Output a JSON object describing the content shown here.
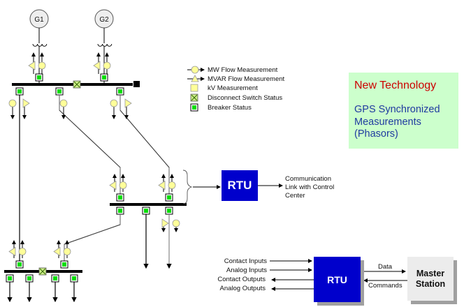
{
  "generators": [
    {
      "label": "G1"
    },
    {
      "label": "G2"
    }
  ],
  "legend": {
    "items": [
      {
        "symbol": "mw-flow",
        "label": "MW Flow Measurement"
      },
      {
        "symbol": "mvar-flow",
        "label": "MVAR Flow Measurement"
      },
      {
        "symbol": "kv",
        "label": "kV Measurement"
      },
      {
        "symbol": "disconnect-switch",
        "label": "Disconnect Switch Status"
      },
      {
        "symbol": "breaker",
        "label": "Breaker Status"
      }
    ]
  },
  "new_technology": {
    "title": "New Technology",
    "body": "GPS Synchronized Measurements (Phasors)"
  },
  "rtu_top": {
    "label": "RTU",
    "link_label": "Communication Link with Control Center"
  },
  "rtu_bottom": {
    "label": "RTU",
    "inputs": [
      "Contact Inputs",
      "Analog Inputs"
    ],
    "outputs": [
      "Contact Outputs",
      "Analog Outputs"
    ],
    "data_label": "Data",
    "commands_label": "Commands"
  },
  "master_station": {
    "label": "Master Station"
  },
  "colors": {
    "breaker_fill": "#00dd00",
    "switch_fill": "#ccee88",
    "meter_fill": "#ffff99",
    "rtu_blue": "#0000cc",
    "newtech_bg": "#ccffcc",
    "newtech_title": "#cc0000",
    "newtech_body": "#1f3aa0"
  }
}
